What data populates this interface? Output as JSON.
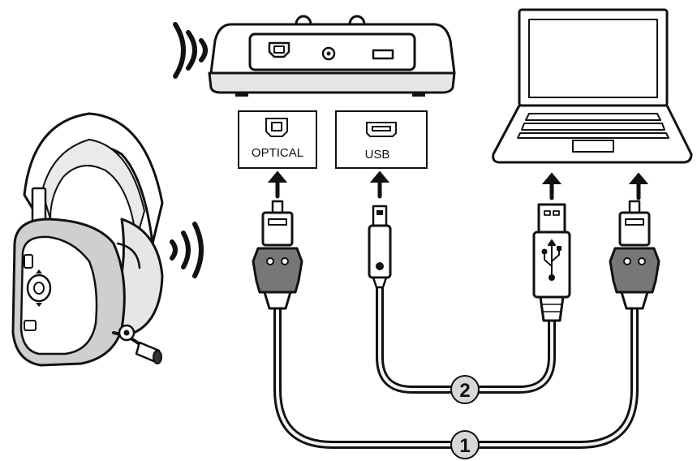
{
  "ports": {
    "optical_label": "OPTICAL",
    "usb_label": "USB"
  },
  "cables": {
    "step_1": "1",
    "step_2": "2"
  },
  "icons": {
    "headset": "headset-icon",
    "base_station": "base-station-icon",
    "laptop": "laptop-icon",
    "wireless": "wireless-signal-icon",
    "arrow": "arrow-up-icon",
    "usb_symbol": "usb-symbol-icon"
  },
  "colors": {
    "line": "#111111",
    "connector_fill": "#777777",
    "panel_fill": "#f2f2f2"
  }
}
